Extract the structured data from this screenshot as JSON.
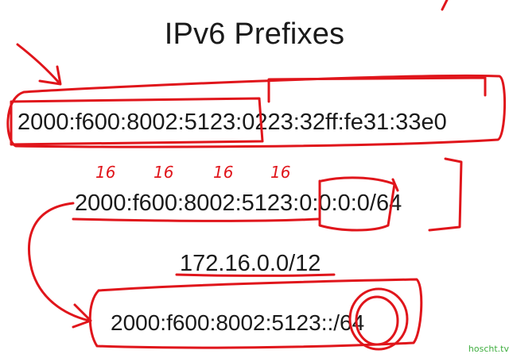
{
  "slide": {
    "title": "IPv6 Prefixes",
    "full_address": "2000:f600:8002:5123:0223:32ff:fe31:33e0",
    "prefix_expanded": "2000:f600:8002:5123:0:0:0:0/64",
    "ipv4_example": "172.16.0.0/12",
    "prefix_compressed": "2000:f600:8002:5123::/64"
  },
  "annotations": {
    "hextet_bits": [
      "16",
      "16",
      "16",
      "16"
    ],
    "ink_color": "#e0151b"
  },
  "watermark": {
    "text": "hoscht.tv",
    "color": "#3fae3f"
  }
}
